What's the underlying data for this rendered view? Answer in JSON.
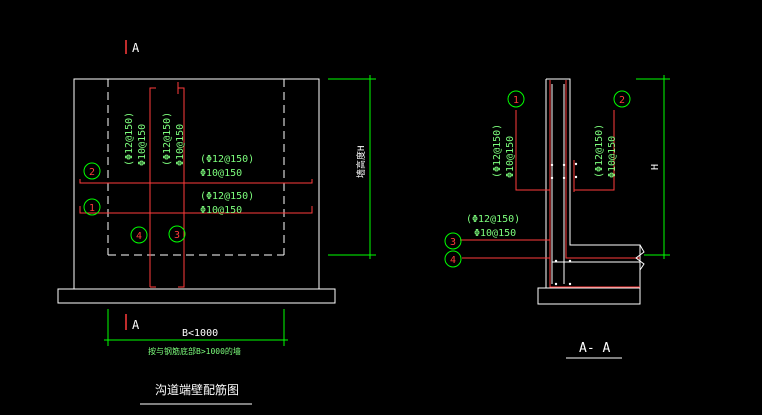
{
  "colors": {
    "background": "#000000",
    "outline": "#ffffff",
    "rebar": "#ff3b3b",
    "dimension": "#00ff00",
    "text": "#ffffff",
    "text_green": "#7dff7d",
    "marker": "#00ff00",
    "dashed": "#ffffff"
  },
  "plan": {
    "section_label_top": "A",
    "section_label_bottom": "A",
    "width_label": "B<1000",
    "width_note": "按与钢筋底部B>1000的墙",
    "height_label": "墙高度H",
    "title": "沟道端壁配筋图",
    "vert_rebar_a": {
      "line1": "(Φ12@150)",
      "line2": "Φ10@150"
    },
    "vert_rebar_b": {
      "line1": "(Φ12@150)",
      "line2": "Φ10@150"
    },
    "horiz_rebar_a": {
      "line1": "(Φ12@150)",
      "line2": "Φ10@150"
    },
    "horiz_rebar_b": {
      "line1": "(Φ12@150)",
      "line2": "Φ10@150"
    },
    "markers": [
      "2",
      "1",
      "4",
      "3"
    ]
  },
  "section": {
    "title": "A- A",
    "height_label": "H",
    "rebar_left": {
      "line1": "(Φ12@150)",
      "line2": "Φ10@150"
    },
    "rebar_right": {
      "line1": "(Φ12@150)",
      "line2": "Φ10@150"
    },
    "rebar_bottom": {
      "line1": "(Φ12@150)",
      "line2": "Φ10@150"
    },
    "markers": [
      "1",
      "2",
      "3",
      "4"
    ]
  }
}
